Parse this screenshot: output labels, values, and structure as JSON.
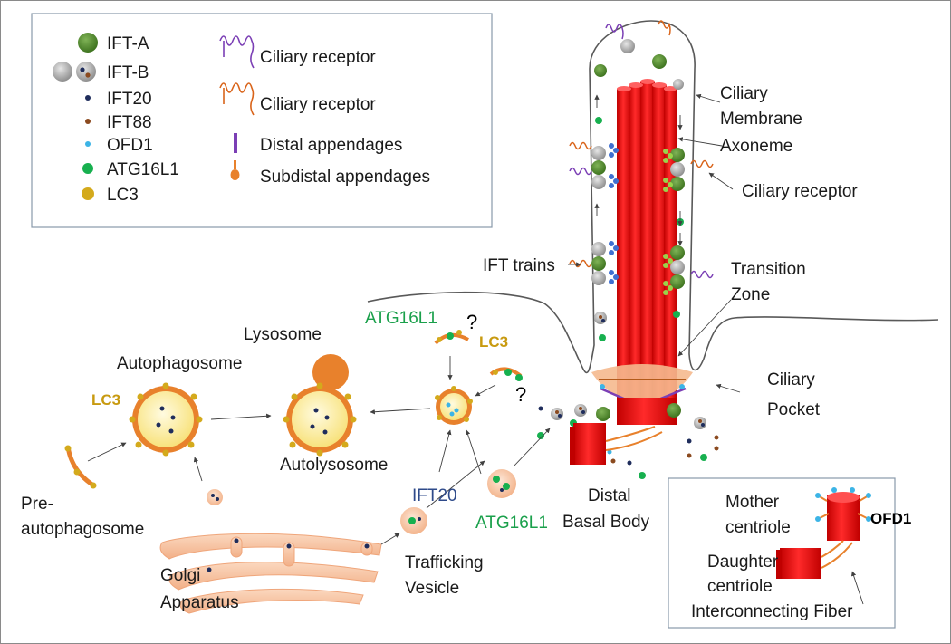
{
  "legend": {
    "ift_a": "IFT-A",
    "ift_b": "IFT-B",
    "ift20": "IFT20",
    "ift88": "IFT88",
    "ofd1": "OFD1",
    "atg16l1": "ATG16L1",
    "lc3": "LC3",
    "ciliary_receptor_1": "Ciliary receptor",
    "ciliary_receptor_2": "Ciliary receptor",
    "distal_appendages": "Distal appendages",
    "subdistal_appendages": "Subdistal appendages"
  },
  "cilium": {
    "ciliary_membrane_1": "Ciliary",
    "ciliary_membrane_2": "Membrane",
    "axoneme": "Axoneme",
    "ciliary_receptor": "Ciliary receptor",
    "ift_trains": "IFT trains",
    "transition_zone_1": "Transition",
    "transition_zone_2": "Zone",
    "ciliary_pocket_1": "Ciliary",
    "ciliary_pocket_2": "Pocket",
    "distal_1": "Distal",
    "basal_body": "Basal Body"
  },
  "autophagy": {
    "lysosome": "Lysosome",
    "autophagosome": "Autophagosome",
    "lc3_left": "LC3",
    "pre_autophagosome_1": "Pre-",
    "pre_autophagosome_2": "autophagosome",
    "autolysosome": "Autolysosome",
    "golgi_1": "Golgi",
    "golgi_2": "Apparatus",
    "atg16l1_top": "ATG16L1",
    "lc3_top": "LC3",
    "question_1": "?",
    "question_2": "?",
    "ift20": "IFT20",
    "atg16l1_bottom": "ATG16L1",
    "trafficking_1": "Trafficking",
    "trafficking_2": "Vesicle"
  },
  "inset": {
    "mother_1": "Mother",
    "mother_2": "centriole",
    "ofd1": "OFD1",
    "daughter_1": "Daughter",
    "daughter_2": "centriole",
    "fiber": "Interconnecting Fiber"
  },
  "colors": {
    "ift_a": "#4f8a2c",
    "ift_b": "#a6a6a6",
    "ift20": "#1f2d5c",
    "ift88": "#8b4a1f",
    "ofd1": "#3cb4e6",
    "atg16l1": "#17b04f",
    "lc3": "#d4aa1c",
    "axoneme": "#ff0000",
    "vesicle": "#f8c8a8",
    "membrane_orange": "#e8812c",
    "lumen": "#fdf1a8"
  }
}
